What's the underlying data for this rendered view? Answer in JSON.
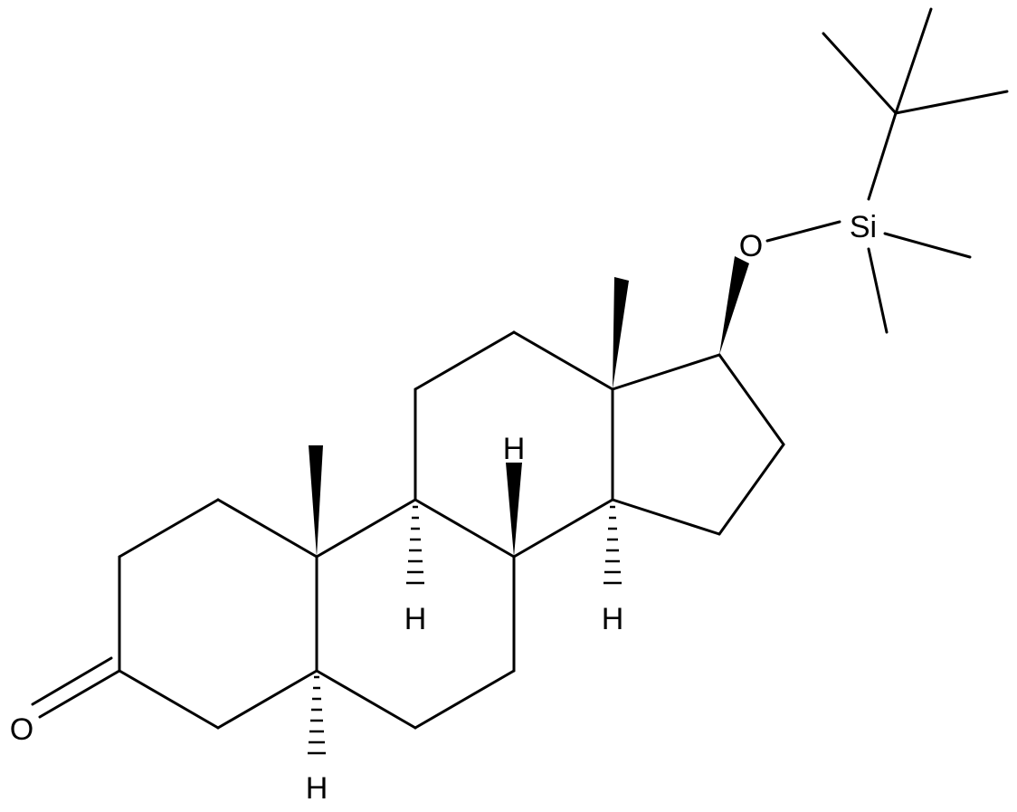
{
  "atom_labels": {
    "oxygen_ketone": "O",
    "oxygen_ether": "O",
    "silicon": "Si",
    "h_c5": "H",
    "h_c8": "H",
    "h_c9": "H",
    "h_c14": "H"
  },
  "colors": {
    "bond": "#000000",
    "background": "#ffffff"
  }
}
